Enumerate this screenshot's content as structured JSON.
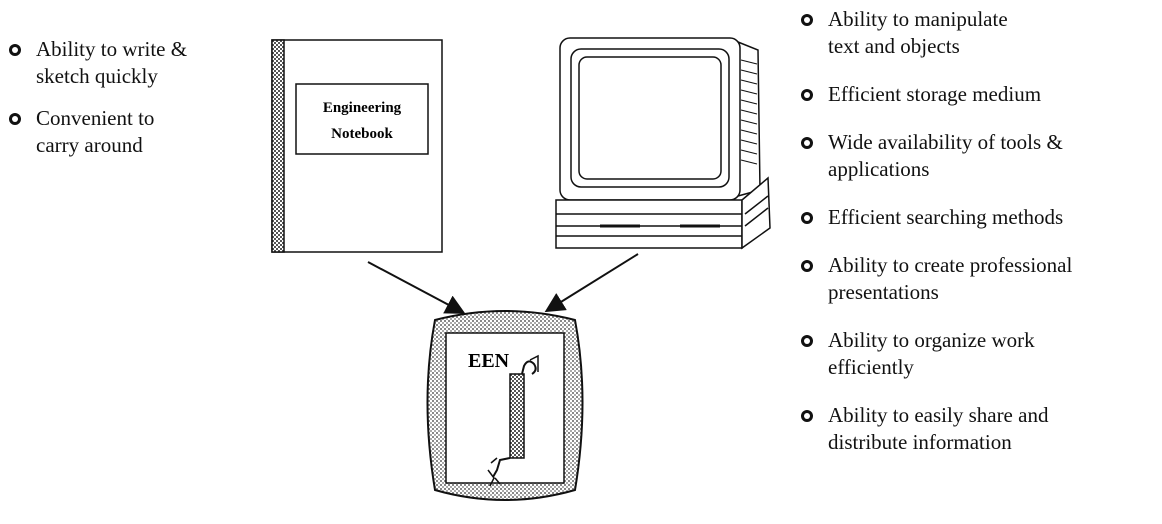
{
  "notebook": {
    "title_line1": "Engineering",
    "title_line2": "Notebook"
  },
  "een_label": "EEN",
  "left_list": [
    {
      "text_lines": [
        "Ability to write &",
        "sketch quickly"
      ]
    },
    {
      "text_lines": [
        "Convenient to",
        "carry around"
      ]
    }
  ],
  "right_list": [
    {
      "text_lines": [
        "Ability to manipulate",
        "text and objects"
      ]
    },
    {
      "text_lines": [
        "Efficient storage medium"
      ]
    },
    {
      "text_lines": [
        "Wide availability of tools &",
        "applications"
      ]
    },
    {
      "text_lines": [
        "Efficient searching methods"
      ]
    },
    {
      "text_lines": [
        "Ability to create professional",
        "presentations"
      ]
    },
    {
      "text_lines": [
        "Ability to organize work",
        "efficiently"
      ]
    },
    {
      "text_lines": [
        "Ability to easily share and",
        "distribute information"
      ]
    }
  ],
  "colors": {
    "ink": "#111111",
    "hatch": "#9a9a9a",
    "paper": "#ffffff"
  }
}
